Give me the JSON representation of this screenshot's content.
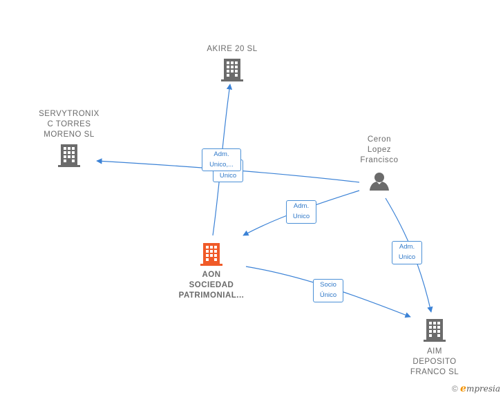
{
  "nodes": {
    "akire": {
      "label": "AKIRE 20  SL",
      "type": "company"
    },
    "servytronix": {
      "label": "SERVYTRONIX\nC TORRES\nMORENO  SL",
      "type": "company"
    },
    "ceron": {
      "label": "Ceron\nLopez\nFrancisco",
      "type": "person"
    },
    "aon": {
      "label": "AON\nSOCIEDAD\nPATRIMONIAL...",
      "type": "company",
      "focus": true
    },
    "aim": {
      "label": "AIM\nDEPOSITO\nFRANCO  SL",
      "type": "company"
    }
  },
  "edges": {
    "aon_akire": {
      "label": "Adm.\nUnico,...",
      "from": "AON",
      "to": "AKIRE 20 SL"
    },
    "ceron_servytronix": {
      "label": "Adm.\nUnico",
      "from": "Ceron Lopez Francisco",
      "to": "SERVYTRONIX C TORRES MORENO SL"
    },
    "ceron_aon": {
      "label": "Adm.\nUnico",
      "from": "Ceron Lopez Francisco",
      "to": "AON"
    },
    "ceron_aim": {
      "label": "Adm.\nUnico",
      "from": "Ceron Lopez Francisco",
      "to": "AIM DEPOSITO FRANCO SL"
    },
    "aon_aim": {
      "label": "Socio\nÚnico",
      "from": "AON",
      "to": "AIM DEPOSITO FRANCO SL"
    }
  },
  "colors": {
    "edge": "#3b82d6",
    "company_icon": "#6b6b6b",
    "focus_icon": "#f05a28",
    "person_icon": "#6b6b6b",
    "brand_accent": "#f39200"
  },
  "icons": {
    "company": "building-icon",
    "person": "person-icon"
  },
  "footer": {
    "copyright": "©",
    "brand_first": "e",
    "brand_rest": "mpresia"
  }
}
